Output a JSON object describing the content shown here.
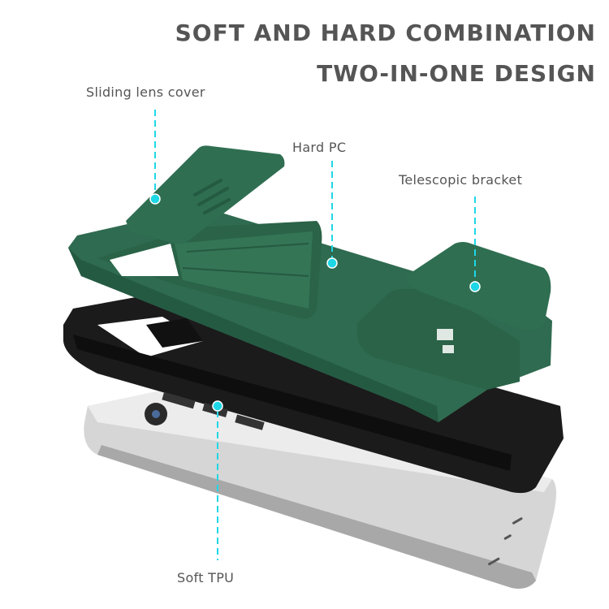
{
  "headline": {
    "line1": "SOFT AND HARD COMBINATION",
    "line2": "TWO-IN-ONE DESIGN"
  },
  "callouts": [
    {
      "label": "Sliding lens cover",
      "marker_color": "#1ed7e6"
    },
    {
      "label": "Hard PC",
      "marker_color": "#1ed7e6"
    },
    {
      "label": "Telescopic bracket",
      "marker_color": "#1ed7e6"
    },
    {
      "label": "Soft TPU",
      "marker_color": "#1ed7e6"
    }
  ],
  "colors": {
    "hard_pc_green": "#2f6b50",
    "hard_pc_green_dark": "#245a42",
    "tpu_black": "#1b1b1b",
    "phone_silver": "#d9d9d9",
    "text": "#555555",
    "accent_cyan": "#1ed7e6"
  }
}
